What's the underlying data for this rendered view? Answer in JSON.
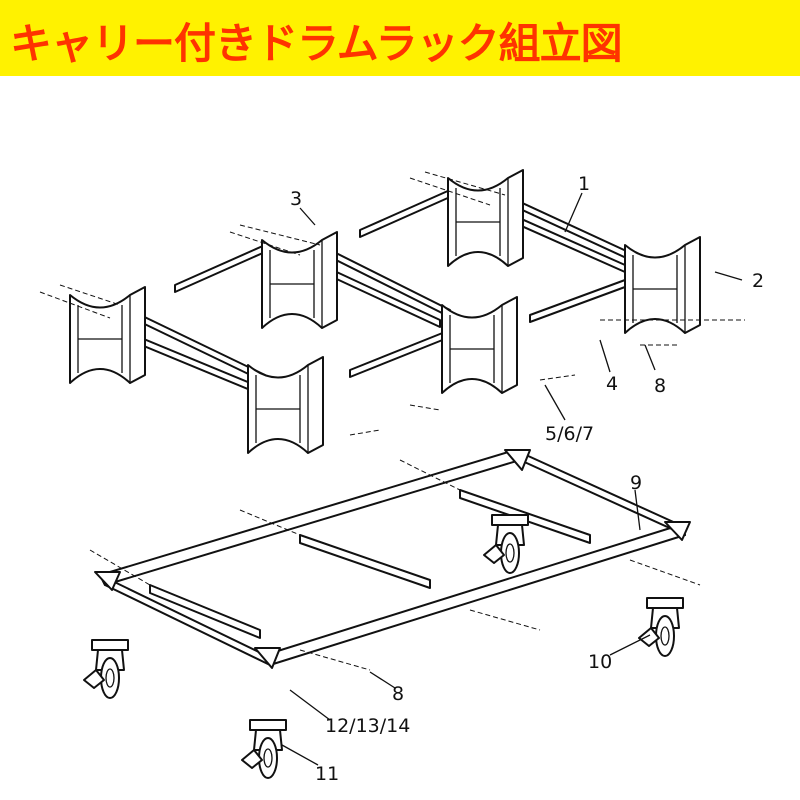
{
  "title": "キャリー付きドラムラック組立図",
  "colors": {
    "banner": "#fff200",
    "title_text": "#ff3300",
    "line": "#111111"
  },
  "part_labels": {
    "p1": "1",
    "p2": "2",
    "p3": "3",
    "p4": "4",
    "p8_top": "8",
    "p567": "5/6/7",
    "p9": "9",
    "p8_bottom": "8",
    "p10": "10",
    "p121314": "12/13/14",
    "p11": "11"
  }
}
